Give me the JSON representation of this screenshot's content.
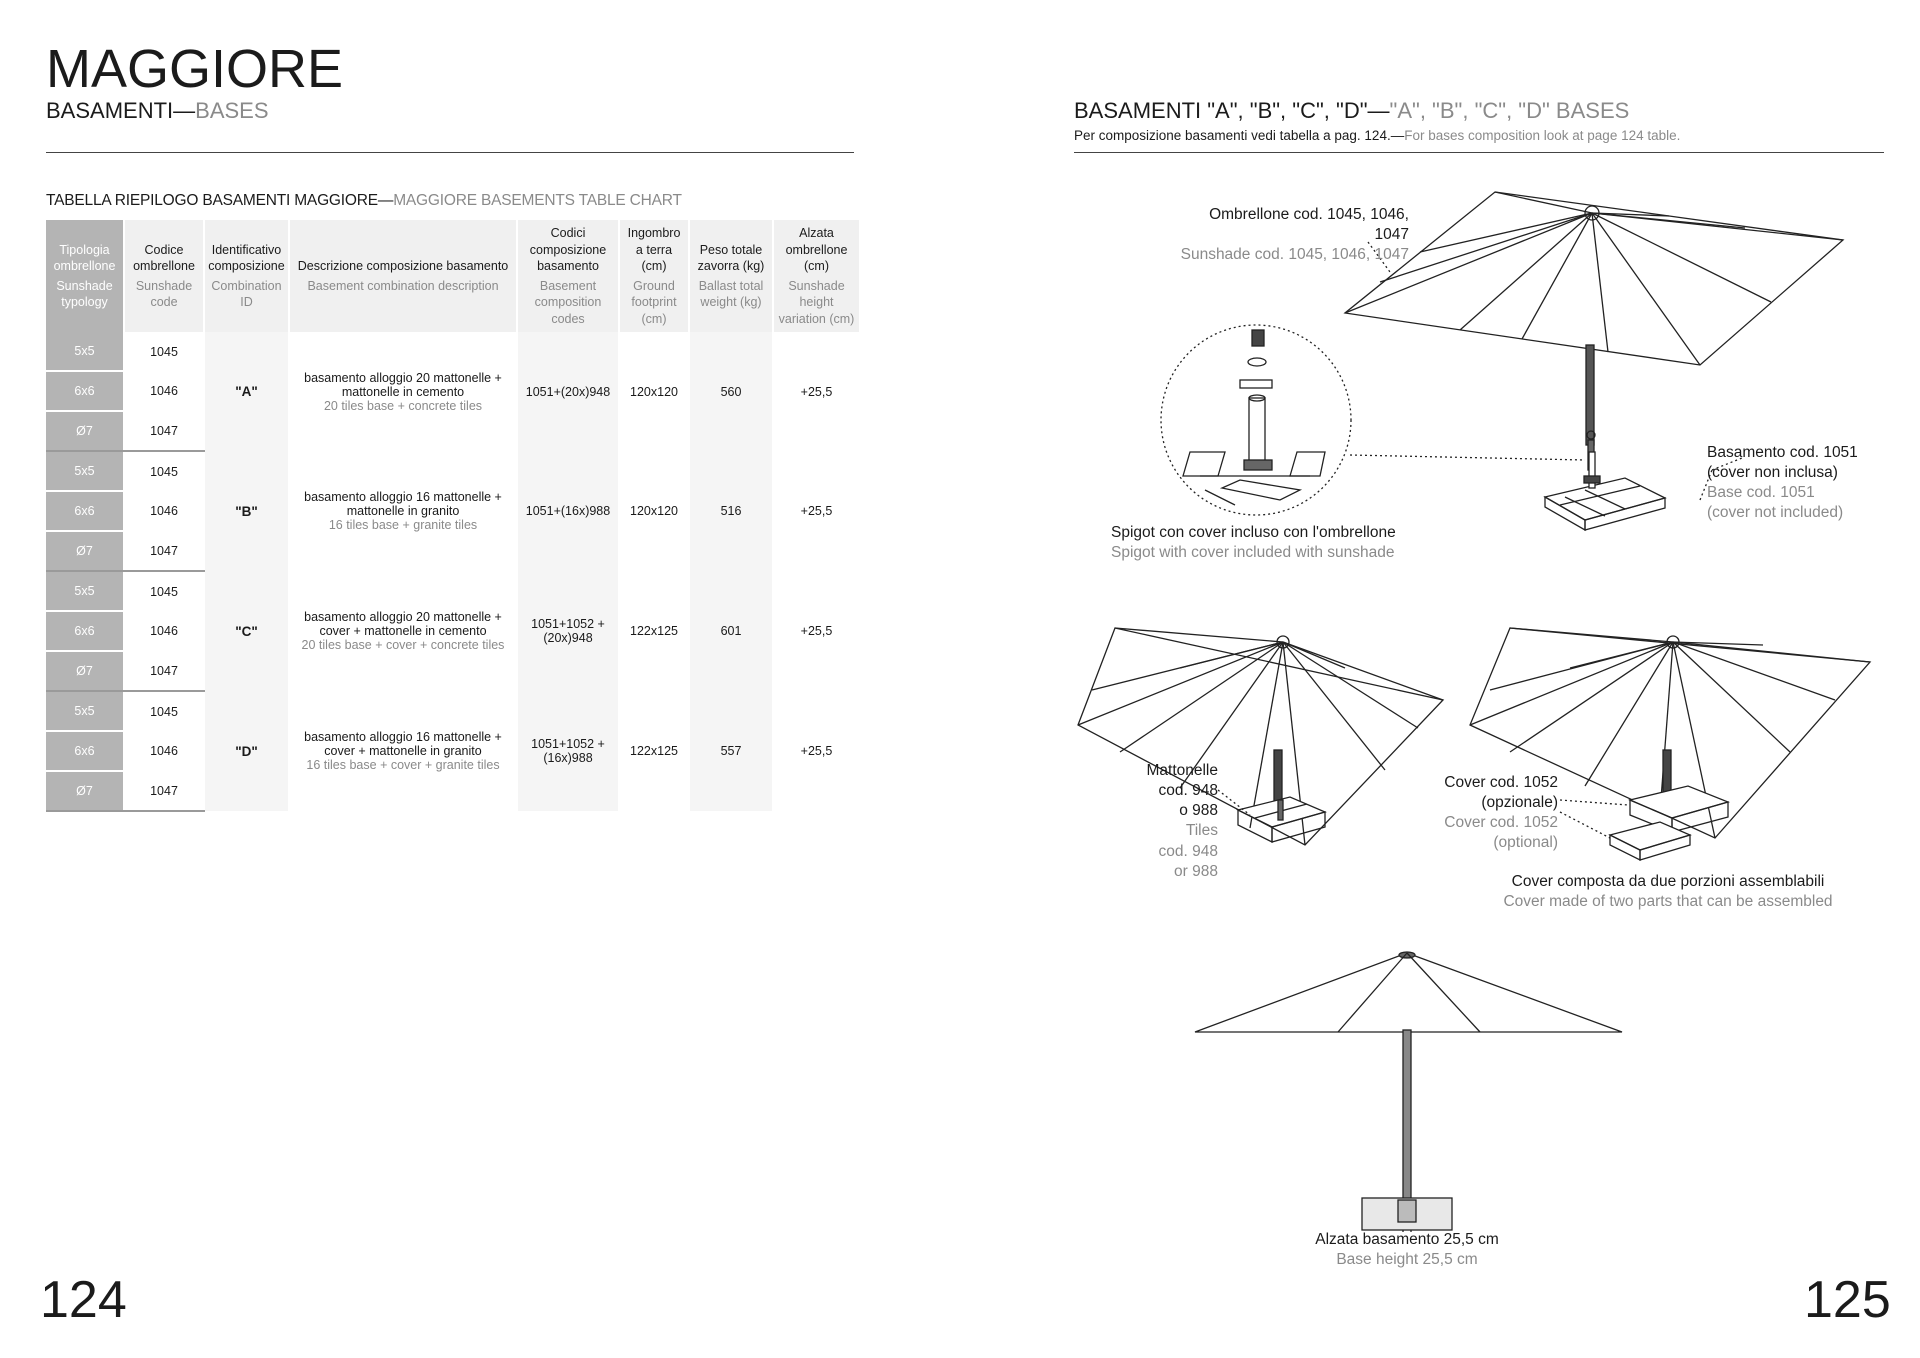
{
  "left_page": {
    "title": "MAGGIORE",
    "subtitle_main": "BASAMENTI—",
    "subtitle_en": "BASES",
    "table_caption_main": "TABELLA RIEPILOGO BASAMENTI MAGGIORE—",
    "table_caption_en": "MAGGIORE BASEMENTS TABLE CHART",
    "headers": [
      {
        "it": "Tipologia ombrellone",
        "en": "Sunshade typology"
      },
      {
        "it": "Codice ombrellone",
        "en": "Sunshade code"
      },
      {
        "it": "Identificativo composizione",
        "en": "Combination ID"
      },
      {
        "it": "Descrizione composizione basamento",
        "en": "Basement combination description"
      },
      {
        "it": "Codici composizione basamento",
        "en": "Basement composition codes"
      },
      {
        "it": "Ingombro a terra (cm)",
        "en": "Ground footprint (cm)"
      },
      {
        "it": "Peso totale zavorra (kg)",
        "en": "Ballast total weight (kg)"
      },
      {
        "it": "Alzata ombrellone (cm)",
        "en": "Sunshade height variation (cm)"
      }
    ],
    "groups": [
      {
        "rows": [
          {
            "typ": "5x5",
            "code": "1045"
          },
          {
            "typ": "6x6",
            "code": "1046"
          },
          {
            "typ": "Ø7",
            "code": "1047"
          }
        ],
        "id": "\"A\"",
        "desc_it": "basamento alloggio 20 mattonelle + mattonelle in cemento",
        "desc_en": "20 tiles base + concrete tiles",
        "codes": "1051+(20x)948",
        "footprint": "120x120",
        "weight": "560",
        "height": "+25,5"
      },
      {
        "rows": [
          {
            "typ": "5x5",
            "code": "1045"
          },
          {
            "typ": "6x6",
            "code": "1046"
          },
          {
            "typ": "Ø7",
            "code": "1047"
          }
        ],
        "id": "\"B\"",
        "desc_it": "basamento alloggio 16 mattonelle + mattonelle in granito",
        "desc_en": "16 tiles base + granite tiles",
        "codes": "1051+(16x)988",
        "footprint": "120x120",
        "weight": "516",
        "height": "+25,5"
      },
      {
        "rows": [
          {
            "typ": "5x5",
            "code": "1045"
          },
          {
            "typ": "6x6",
            "code": "1046"
          },
          {
            "typ": "Ø7",
            "code": "1047"
          }
        ],
        "id": "\"C\"",
        "desc_it": "basamento alloggio 20 mattonelle + cover + mattonelle in cemento",
        "desc_en": "20 tiles base + cover + concrete tiles",
        "codes": "1051+1052 +(20x)948",
        "footprint": "122x125",
        "weight": "601",
        "height": "+25,5"
      },
      {
        "rows": [
          {
            "typ": "5x5",
            "code": "1045"
          },
          {
            "typ": "6x6",
            "code": "1046"
          },
          {
            "typ": "Ø7",
            "code": "1047"
          }
        ],
        "id": "\"D\"",
        "desc_it": "basamento alloggio 16 mattonelle + cover + mattonelle in granito",
        "desc_en": "16 tiles base + cover + granite tiles",
        "codes": "1051+1052 +(16x)988",
        "footprint": "122x125",
        "weight": "557",
        "height": "+25,5"
      }
    ],
    "page_number": "124"
  },
  "right_page": {
    "title_main": "BASAMENTI \"A\", \"B\", \"C\", \"D\"—",
    "title_en": "\"A\", \"B\", \"C\", \"D\" BASES",
    "sub_main": "Per composizione basamenti vedi tabella a pag. 124.—",
    "sub_en": "For bases composition look at page 124 table.",
    "labels": {
      "sunshade_it": "Ombrellone cod. 1045, 1046, 1047",
      "sunshade_en": "Sunshade cod. 1045, 1046, 1047",
      "base_it_1": "Basamento cod. 1051",
      "base_it_2": "(cover non inclusa)",
      "base_en_1": "Base cod. 1051",
      "base_en_2": "(cover not included)",
      "spigot_it": "Spigot con cover incluso con l'ombrellone",
      "spigot_en": "Spigot with cover included with sunshade",
      "tiles_it_1": "Mattonelle",
      "tiles_it_2": "cod. 948",
      "tiles_it_3": "o 988",
      "tiles_en_1": "Tiles",
      "tiles_en_2": "cod. 948",
      "tiles_en_3": "or 988",
      "cover_it_1": "Cover cod. 1052",
      "cover_it_2": "(opzionale)",
      "cover_en_1": "Cover cod. 1052",
      "cover_en_2": "(optional)",
      "cover_parts_it": "Cover composta da due porzioni assemblabili",
      "cover_parts_en": "Cover made of two parts that can be assembled",
      "base_height_it": "Alzata basamento 25,5 cm",
      "base_height_en": "Base height 25,5 cm"
    },
    "page_number": "125"
  }
}
